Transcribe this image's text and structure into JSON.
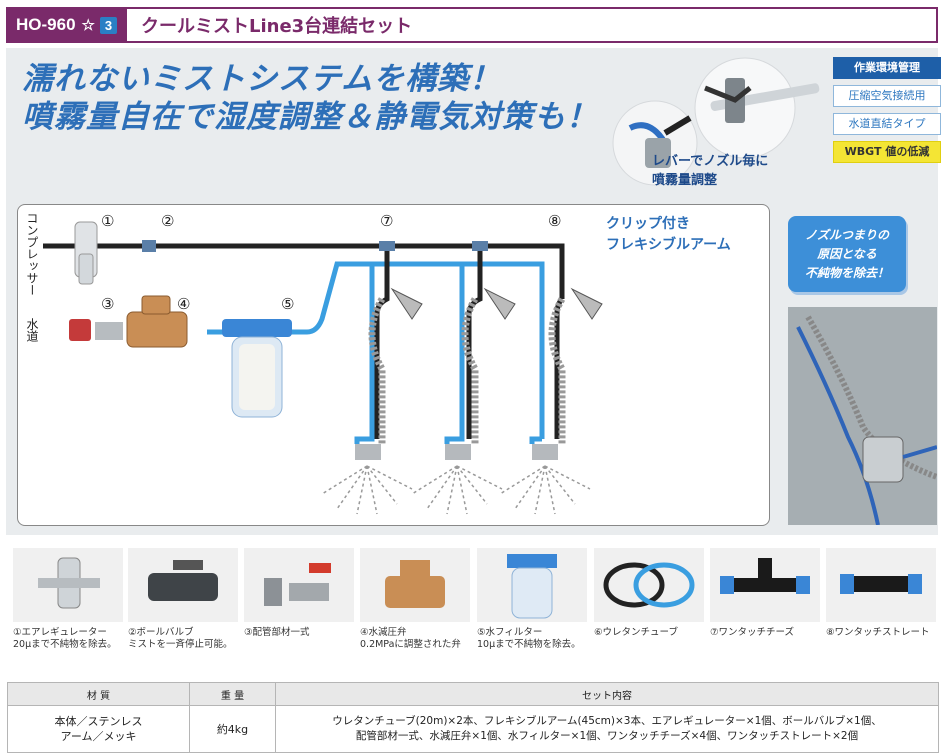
{
  "header": {
    "code": "HO-960",
    "star": "☆",
    "number": "3",
    "title": "クールミストLine3台連結セット"
  },
  "headline": {
    "line1": "濡れないミストシステムを構築！",
    "line2": "噴霧量自在で湿度調整＆静電気対策も！"
  },
  "tags": {
    "primary": "作業環境管理",
    "item1": "圧縮空気接続用",
    "item2": "水道直結タイプ",
    "yellow": "WBGT 値の低減"
  },
  "lever_caption": {
    "line1": "レバーでノズル毎に",
    "line2": "噴霧量調整"
  },
  "diagram": {
    "compressor_label": "コンプレッサー",
    "water_label": "水道",
    "numbers": [
      "①",
      "②",
      "③",
      "④",
      "⑤",
      "⑦",
      "⑧"
    ],
    "clip_label_line1": "クリップ付き",
    "clip_label_line2": "フレキシブルアーム"
  },
  "badge": {
    "line1": "ノズルつまりの",
    "line2": "原因となる",
    "line3": "不純物を除去！"
  },
  "parts": [
    {
      "line1": "①エアレギュレーター",
      "line2": "20μまで不純物を除去。"
    },
    {
      "line1": "②ボールバルブ",
      "line2": "ミストを一斉停止可能。"
    },
    {
      "line1": "③配管部材一式",
      "line2": ""
    },
    {
      "line1": "④水減圧弁",
      "line2": "0.2MPaに調整された弁"
    },
    {
      "line1": "⑤水フィルター",
      "line2": "10μまで不純物を除去。"
    },
    {
      "line1": "⑥ウレタンチューブ",
      "line2": ""
    },
    {
      "line1": "⑦ワンタッチチーズ",
      "line2": ""
    },
    {
      "line1": "⑧ワンタッチストレート",
      "line2": ""
    }
  ],
  "spec_table": {
    "headers": [
      "材 質",
      "重 量",
      "セット内容"
    ],
    "material_line1": "本体／ステンレス",
    "material_line2": "アーム／メッキ",
    "weight": "約4kg",
    "contents_line1": "ウレタンチューブ(20m)×2本、フレキシブルアーム(45cm)×3本、エアレギュレーター×1個、ボールバルブ×1個、",
    "contents_line2": "配管部材一式、水減圧弁×1個、水フィルター×1個、ワンタッチチーズ×4個、ワンタッチストレート×2個"
  },
  "colors": {
    "brand": "#7a2a6a",
    "accent_blue": "#2d6fb8",
    "tube_blue": "#3a9ee0",
    "highlight_yellow": "#f4e534"
  }
}
